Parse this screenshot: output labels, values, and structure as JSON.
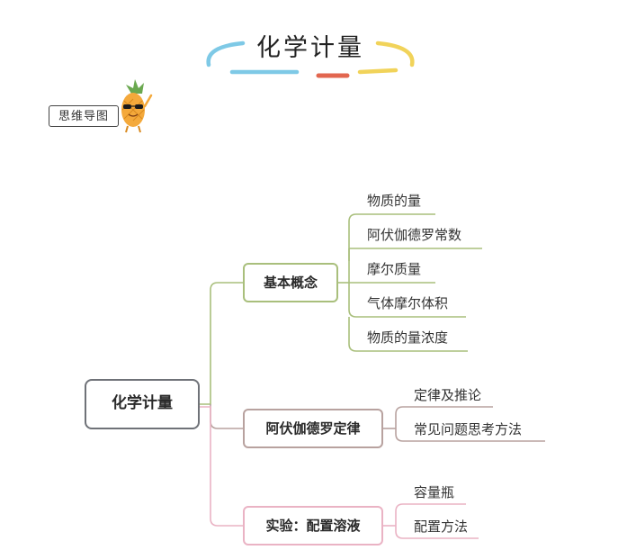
{
  "title": "化学计量",
  "badge": "思维导图",
  "colors": {
    "title_left_stroke": "#7ec9e6",
    "title_mid_stroke": "#e2664f",
    "title_right_stroke": "#f1d35a",
    "branch_green": "#a9bf7c",
    "branch_brown": "#b8a29f",
    "branch_pink": "#eab3c4",
    "root_border": "#6f7278"
  },
  "mascot_icon": "pineapple-with-sunglasses",
  "root": {
    "label": "化学计量"
  },
  "branches": [
    {
      "label": "基本概念",
      "children": [
        "物质的量",
        "阿伏伽德罗常数",
        "摩尔质量",
        "气体摩尔体积",
        "物质的量浓度"
      ]
    },
    {
      "label": "阿伏伽德罗定律",
      "children": [
        "定律及推论",
        "常见问题思考方法"
      ]
    },
    {
      "label": "实验：配置溶液",
      "children": [
        "容量瓶",
        "配置方法"
      ]
    }
  ]
}
